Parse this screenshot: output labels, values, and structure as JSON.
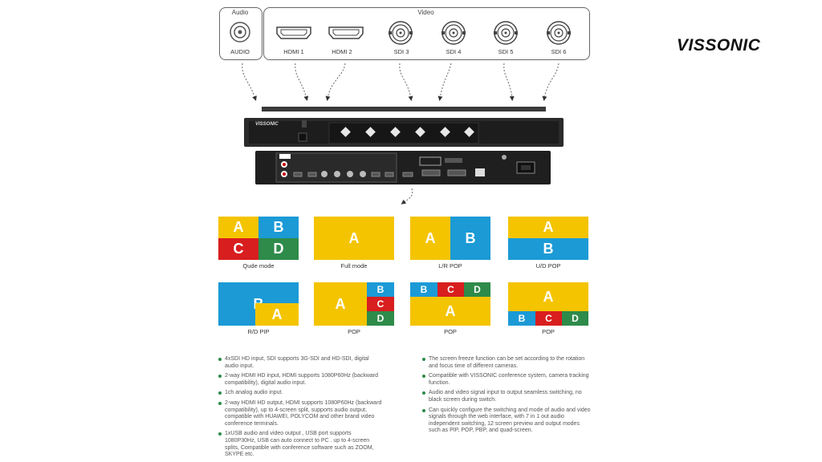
{
  "brand": "VISSONIC",
  "audio_group": {
    "title": "Audio",
    "ports": [
      {
        "label": "AUDIO",
        "icon": "rca-audio-icon"
      }
    ]
  },
  "video_group": {
    "title": "Video",
    "ports": [
      {
        "label": "HDMI 1",
        "icon": "hdmi-port-icon"
      },
      {
        "label": "HDMI 2",
        "icon": "hdmi-port-icon"
      },
      {
        "label": "SDI 3",
        "icon": "bnc-port-icon"
      },
      {
        "label": "SDI 4",
        "icon": "bnc-port-icon"
      },
      {
        "label": "SDI 5",
        "icon": "bnc-port-icon"
      },
      {
        "label": "SDI 6",
        "icon": "bnc-port-icon"
      }
    ]
  },
  "device": {
    "front_brand": "VISSONIC"
  },
  "colors": {
    "yellow": "#f4c400",
    "blue": "#1b9ad6",
    "red": "#d81e1e",
    "green": "#2e8b4a"
  },
  "modes": [
    {
      "label": "Qude mode"
    },
    {
      "label": "Full mode"
    },
    {
      "label": "L/R POP"
    },
    {
      "label": "U/D POP"
    },
    {
      "label": "R/D PIP"
    },
    {
      "label": "POP"
    },
    {
      "label": "POP"
    },
    {
      "label": "POP"
    }
  ],
  "letters": {
    "a": "A",
    "b": "B",
    "c": "C",
    "d": "D"
  },
  "features_left": [
    "4xSDI HD input, SDI supports 3G-SDI and HD-SDI, digital audio input.",
    "2-way HDMI HD input, HDMI supports 1080P60Hz (backward compatibility), digital audio input.",
    "1ch analog audio input.",
    "2-way HDMI HD output, HDMI supports 1080P60Hz (backward compatibility), up to 4-screen split, supports audio output, compatible with HUAWEI, POLYCOM and other brand video conference terminals.",
    "1xUSB audio and video output , USB port supports 1080P30Hz, USB can auto connect to PC .   up to 4-screen splits, Compatible with conference software such as ZOOM, SKYPE etc."
  ],
  "features_right": [
    "The screen freeze function can be set according to the rotation and focus time of different cameras.",
    "Compatible with VISSONIC conference system, camera tracking function.",
    "Audio and video signal input to output seamless switching, no black screen during switch.",
    "Can quickly configure the switching and mode of audio and video signals through the web interface, with 7 in 1 out audio independent switching, 12 screen preview and output modes such as PIP, POP, PBP, and quad-screen."
  ]
}
